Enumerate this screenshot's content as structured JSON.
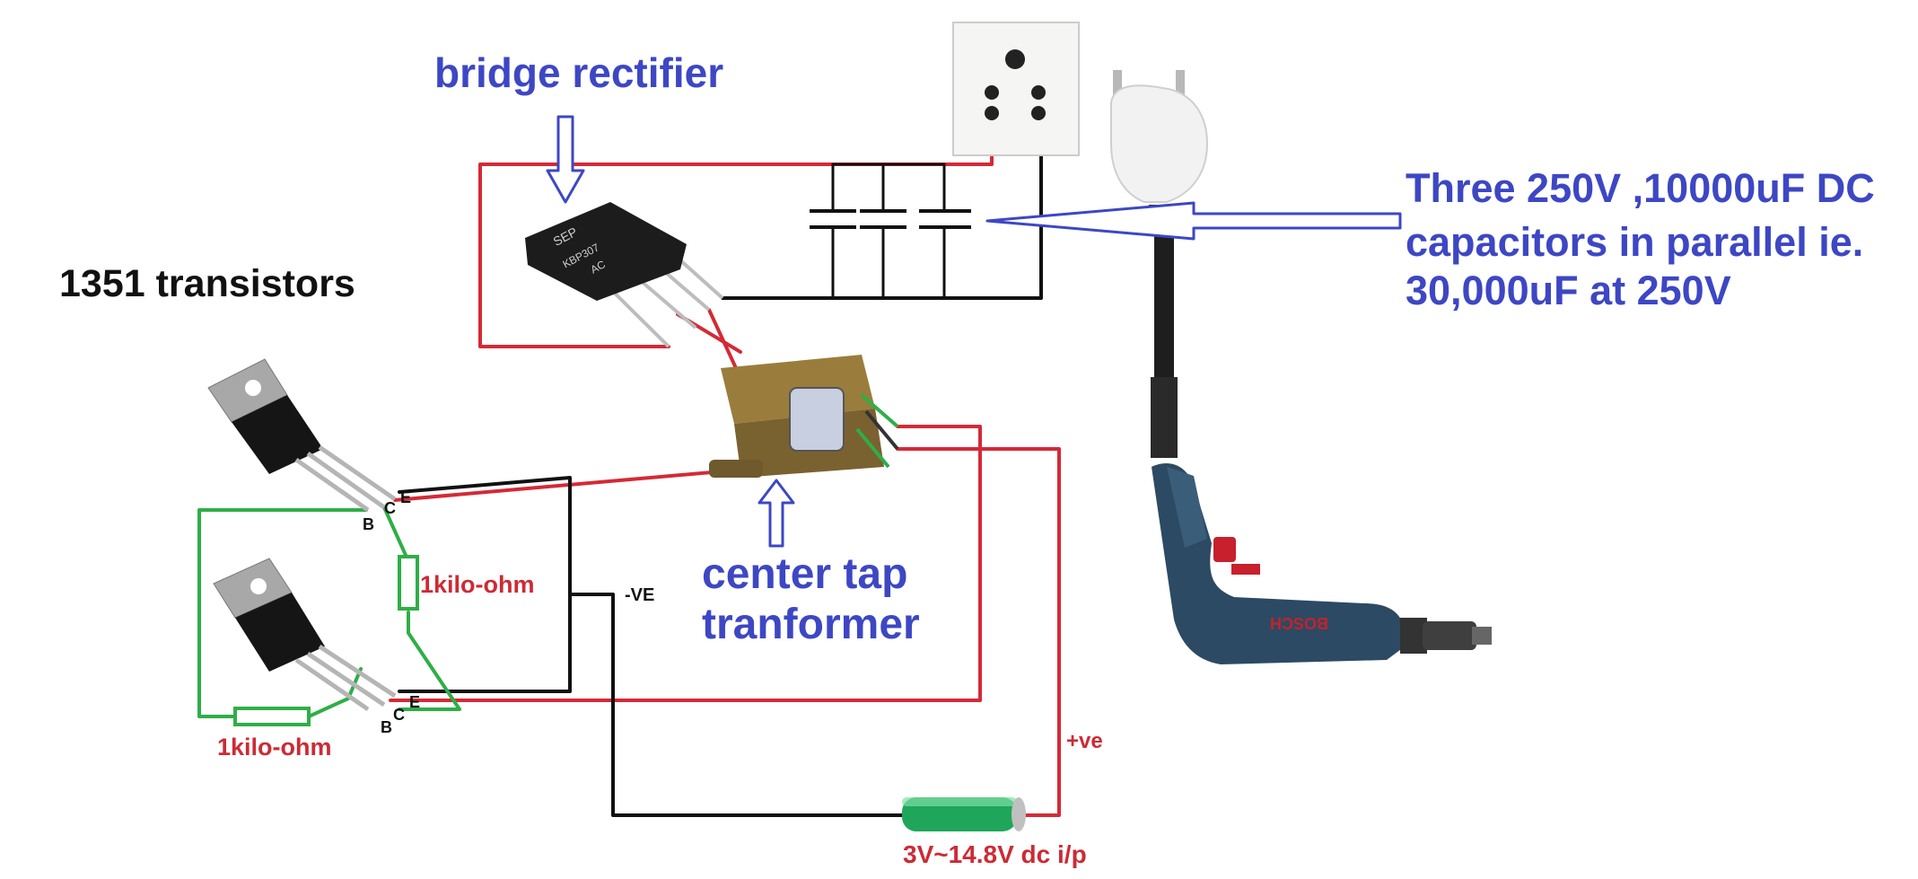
{
  "labels": {
    "bridge_rectifier": "bridge rectifier",
    "transistors": "1351 transistors",
    "capacitors_line1": "Three 250V ,10000uF DC",
    "capacitors_line2": "capacitors in parallel ie.",
    "capacitors_line3": "30,000uF at 250V",
    "transformer_line1": "center tap",
    "transformer_line2": "tranformer",
    "resistor_1": "1kilo-ohm",
    "resistor_2": "1kilo-ohm",
    "neg_terminal": "-VE",
    "pos_terminal": "+ve",
    "battery_input": "3V~14.8V dc i/p",
    "pin_b1": "B",
    "pin_c1": "C",
    "pin_e1": "E",
    "pin_b2": "B",
    "pin_c2": "C",
    "pin_e2": "E"
  },
  "component_markings": {
    "rectifier_brand": "SEP",
    "rectifier_part": "KBP307",
    "rectifier_ac": "AC",
    "drill_brand": "BOSCH"
  },
  "colors": {
    "label_blue": "#3d47c4",
    "label_red": "#cc2b35",
    "wire_red": "#d42a36",
    "wire_black": "#111111",
    "wire_green": "#2fae47",
    "arrow_blue": "#3d47c4"
  }
}
